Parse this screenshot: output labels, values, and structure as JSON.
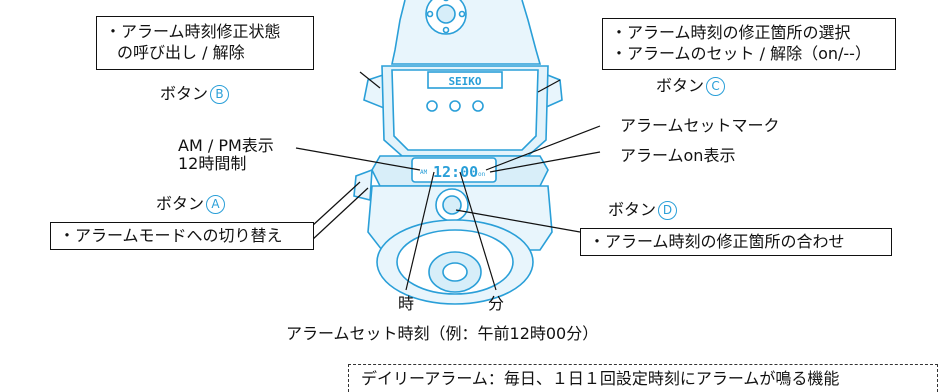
{
  "callouts": {
    "top_left": {
      "line1": "・アラーム時刻修正状態",
      "line2": "の呼び出し / 解除"
    },
    "top_right": {
      "line1": "・アラーム時刻の修正箇所の選択",
      "line2": "・アラームのセット / 解除（on/--）"
    },
    "mid_left": "・アラームモードへの切り替え",
    "mid_right": "・アラーム時刻の修正箇所の合わせ"
  },
  "buttons": {
    "b": {
      "label": "ボタン",
      "letter": "B"
    },
    "c": {
      "label": "ボタン",
      "letter": "C"
    },
    "a": {
      "label": "ボタン",
      "letter": "A"
    },
    "d": {
      "label": "ボタン",
      "letter": "D"
    }
  },
  "labels": {
    "ampm_line1": "AM / PM表示",
    "ampm_line2": "12時間制",
    "alarm_set_mark": "アラームセットマーク",
    "alarm_on": "アラームon表示",
    "hour": "時",
    "minute": "分",
    "alarm_time_caption": "アラームセット時刻（例：午前12時00分）",
    "daily_alarm": "デイリーアラーム：毎日、１日１回設定時刻にアラームが鳴る機能"
  },
  "device": {
    "brand": "SEIKO",
    "display_time": "12:00",
    "display_am": "AM"
  },
  "colors": {
    "device_stroke": "#2a9fd8",
    "device_fill": "#e3f3fb",
    "lines": "#111111"
  }
}
